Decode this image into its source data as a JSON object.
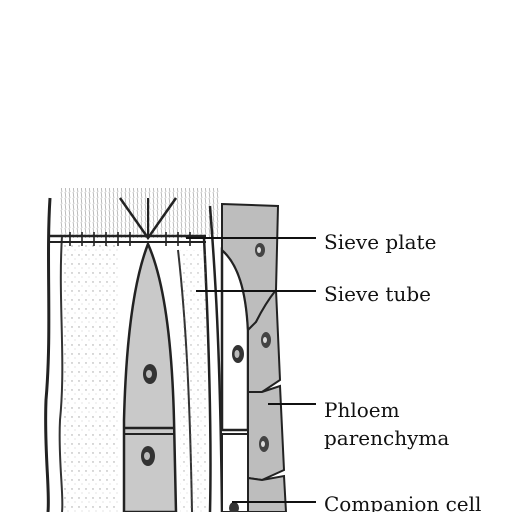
{
  "labels": {
    "sieve_plate": "Sieve plate",
    "sieve_tube": "Sieve tube",
    "phloem_parenchyma_line1": "Phloem",
    "phloem_parenchyma_line2": "parenchyma",
    "companion_cell": "Companion cell"
  },
  "colors": {
    "ink": "#222222",
    "cell_fill": "#c9c9c9",
    "parenchyma_fill": "#bdbdbd",
    "background": "#ffffff"
  }
}
